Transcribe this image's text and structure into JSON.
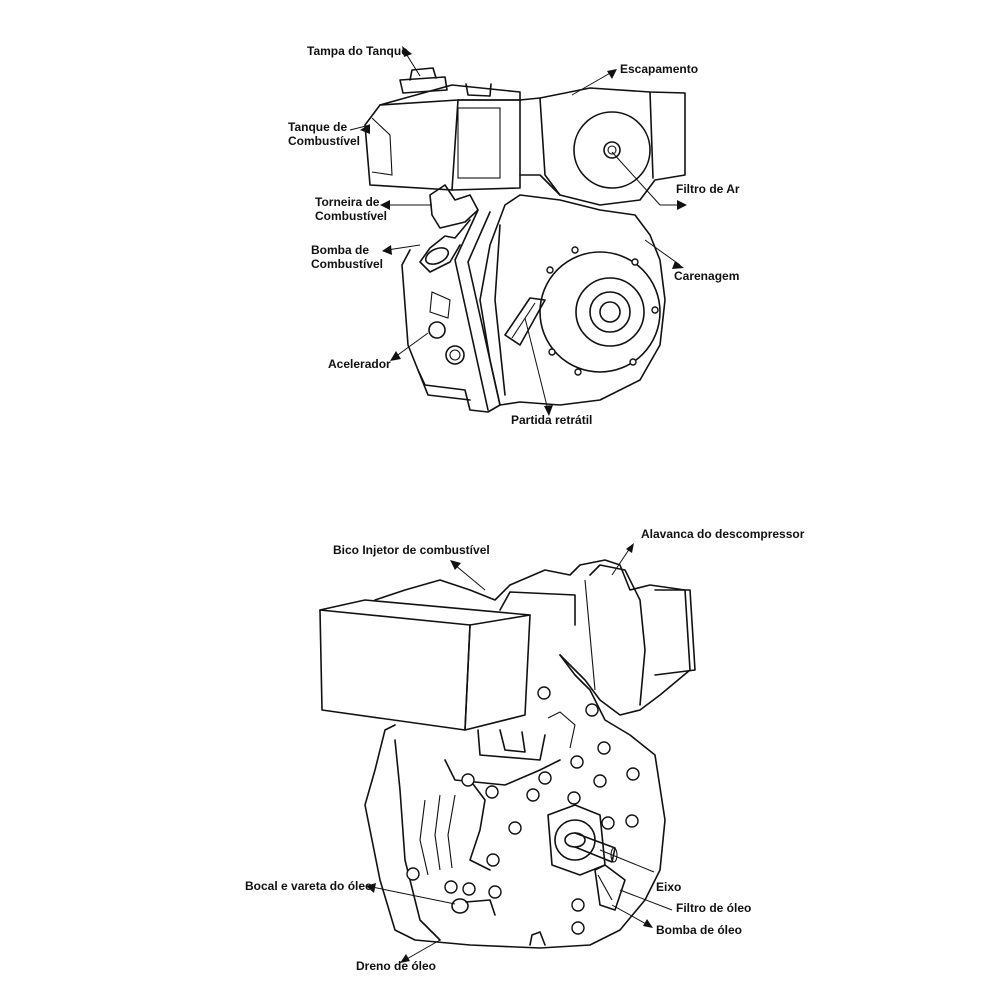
{
  "top_engine": {
    "labels": {
      "fuel_tank_cap": "Tampa do Tanque",
      "fuel_tank": "Tanque de Combustível",
      "fuel_valve": "Torneira de Combustível",
      "fuel_pump": "Bomba de Combustível",
      "throttle": "Acelerador",
      "exhaust": "Escapamento",
      "air_filter": "Filtro de Ar",
      "shroud": "Carenagem",
      "recoil_starter": "Partida retrátil"
    }
  },
  "bottom_engine": {
    "labels": {
      "injector": "Bico Injetor de combustível",
      "decompressor": "Alavanca do descompressor",
      "shaft": "Eixo",
      "oil_filler_dipstick": "Bocal e vareta do óleo",
      "oil_filter": "Filtro de óleo",
      "oil_pump": "Bomba de óleo",
      "oil_drain": "Dreno de óleo"
    }
  }
}
